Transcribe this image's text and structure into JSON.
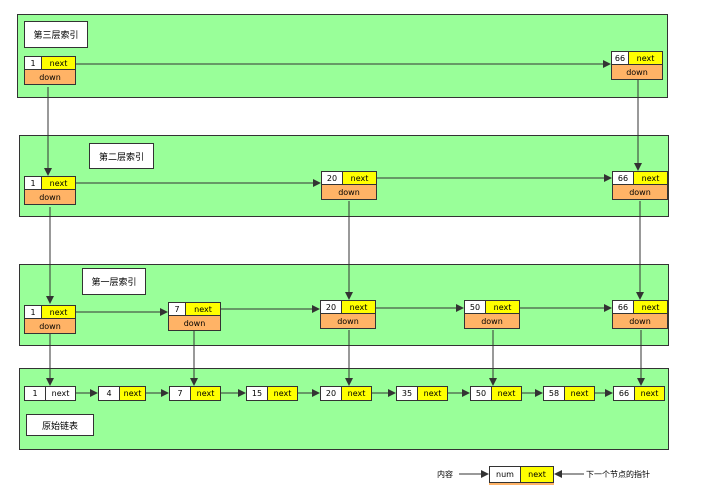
{
  "layers": {
    "level3": {
      "label": "第三层索引"
    },
    "level2": {
      "label": "第二层索引"
    },
    "level1": {
      "label": "第一层索引"
    },
    "base": {
      "label": "原始链表"
    }
  },
  "field_labels": {
    "next": "next",
    "down": "down"
  },
  "level3_nodes": [
    {
      "num": "1"
    },
    {
      "num": "66"
    }
  ],
  "level2_nodes": [
    {
      "num": "1"
    },
    {
      "num": "20"
    },
    {
      "num": "66"
    }
  ],
  "level1_nodes": [
    {
      "num": "1"
    },
    {
      "num": "7"
    },
    {
      "num": "20"
    },
    {
      "num": "50"
    },
    {
      "num": "66"
    }
  ],
  "base_nodes": [
    {
      "num": "1"
    },
    {
      "num": "4"
    },
    {
      "num": "7"
    },
    {
      "num": "15"
    },
    {
      "num": "20"
    },
    {
      "num": "35"
    },
    {
      "num": "50"
    },
    {
      "num": "58"
    },
    {
      "num": "66"
    }
  ],
  "legend": {
    "content_label": "内容",
    "num_label": "num",
    "next_label": "next",
    "pointer_label": "下一个节点的指针"
  },
  "colors": {
    "layer_bg": "#99ff99",
    "next_field": "#ffff00",
    "down_field": "#ffb366"
  }
}
